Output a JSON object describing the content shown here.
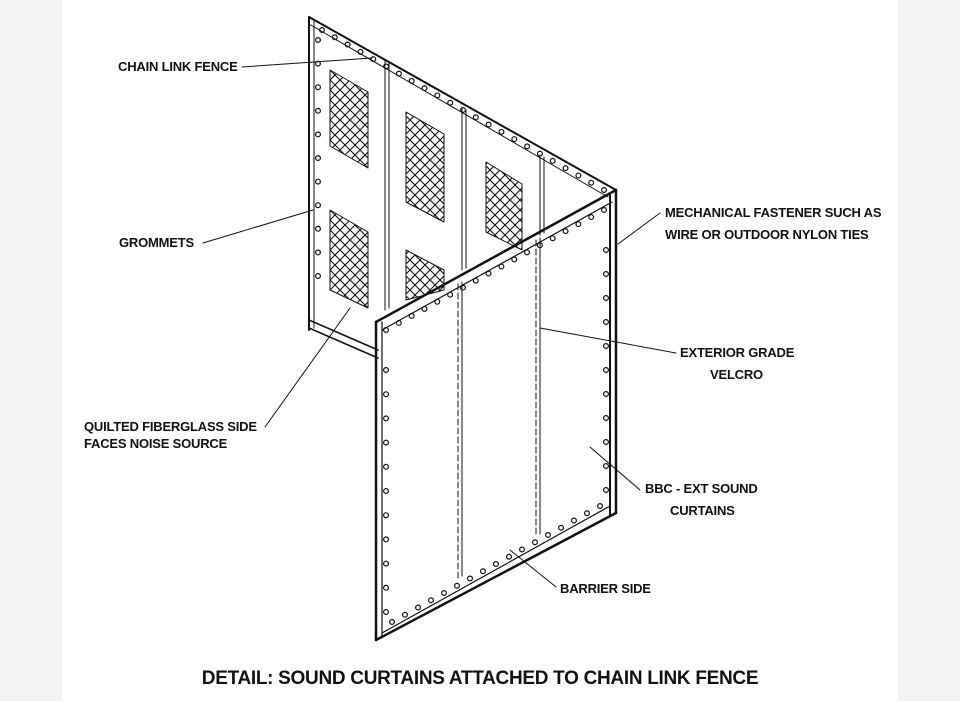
{
  "labels": {
    "chain_link_fence": "CHAIN LINK FENCE",
    "grommets": "GROMMETS",
    "quilted_line1": "QUILTED FIBERGLASS SIDE",
    "quilted_line2": "FACES NOISE SOURCE",
    "mechanical_line1": "MECHANICAL FASTENER SUCH AS",
    "mechanical_line2": "WIRE OR OUTDOOR NYLON TIES",
    "velcro_line1": "EXTERIOR GRADE",
    "velcro_line2": "VELCRO",
    "bbc_line1": "BBC - EXT SOUND",
    "bbc_line2": "CURTAINS",
    "barrier_side": "BARRIER SIDE"
  },
  "caption": "DETAIL: SOUND CURTAINS ATTACHED TO CHAIN LINK FENCE",
  "colors": {
    "ink": "#111111",
    "paper": "#ffffff",
    "background": "#f2f2f2"
  }
}
